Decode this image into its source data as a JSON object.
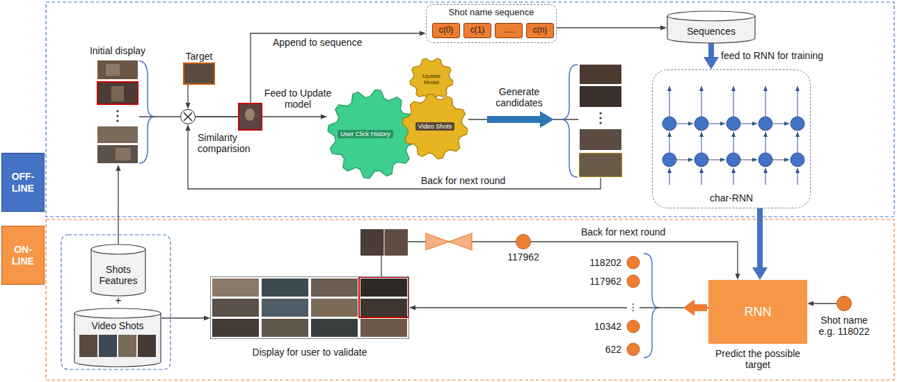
{
  "diagram": {
    "nodes": [
      {
        "text": [
          "OFF-LINE"
        ]
      },
      {
        "text": [
          "ON-LINE"
        ]
      },
      {
        "text": [
          "Initial display"
        ]
      },
      {
        "text": [
          "Target"
        ]
      },
      {
        "text": [
          "Similarity comparision"
        ]
      },
      {
        "text": [
          "Shot name sequence"
        ]
      },
      {
        "text": [
          "c(0)"
        ],
        "in": 5
      },
      {
        "text": [
          "c(1)"
        ],
        "in": 5
      },
      {
        "text": [
          "....."
        ],
        "in": 5
      },
      {
        "text": [
          "c(n)"
        ],
        "in": 5
      },
      {
        "text": [
          "Sequences"
        ]
      },
      {
        "text": [
          "Update Model"
        ]
      },
      {
        "text": [
          "User Click History"
        ]
      },
      {
        "text": [
          "Video Shots"
        ]
      },
      {
        "text": [
          "char-RNN"
        ]
      },
      {
        "text": [
          "Shots Features"
        ]
      },
      {
        "text": [
          "Video Shots"
        ]
      },
      {
        "text": [
          "Display for user to validate"
        ]
      },
      {
        "text": [
          "117962"
        ]
      },
      {
        "text": [
          "RNN",
          "Predict the possible target"
        ]
      },
      {
        "text": [
          "Shot name e.g. 118022"
        ]
      }
    ],
    "edges": [
      {
        "from": 2,
        "to": 4,
        "arrow": "none"
      },
      {
        "from": 3,
        "to": 4,
        "arrow": "to"
      },
      {
        "from": 4,
        "to": 12,
        "arrow": "to",
        "label": "Feed to Update model"
      },
      {
        "from": 4,
        "to": 5,
        "arrow": "to",
        "label": "Append to sequence"
      },
      {
        "from": 5,
        "to": 10,
        "arrow": "to"
      },
      {
        "from": 10,
        "to": 14,
        "arrow": "to",
        "label": "feed to RNN for training"
      },
      {
        "from": 13,
        "to": 4,
        "arrow": "to",
        "label": "Generate candidates"
      },
      {
        "from": 15,
        "to": 2,
        "arrow": "to"
      },
      {
        "from": 16,
        "to": 17,
        "arrow": "to"
      },
      {
        "from": 17,
        "to": 18,
        "arrow": "none"
      },
      {
        "from": 18,
        "to": 19,
        "arrow": "to",
        "label": "Back for next round"
      },
      {
        "from": 14,
        "to": 19,
        "arrow": "to"
      },
      {
        "from": 20,
        "to": 19,
        "arrow": "to"
      },
      {
        "from": 19,
        "to": 17,
        "arrow": "to"
      }
    ],
    "labels": [
      "Back for next round",
      "+",
      "118202",
      "117962",
      "⋮",
      "10342",
      "622"
    ]
  }
}
